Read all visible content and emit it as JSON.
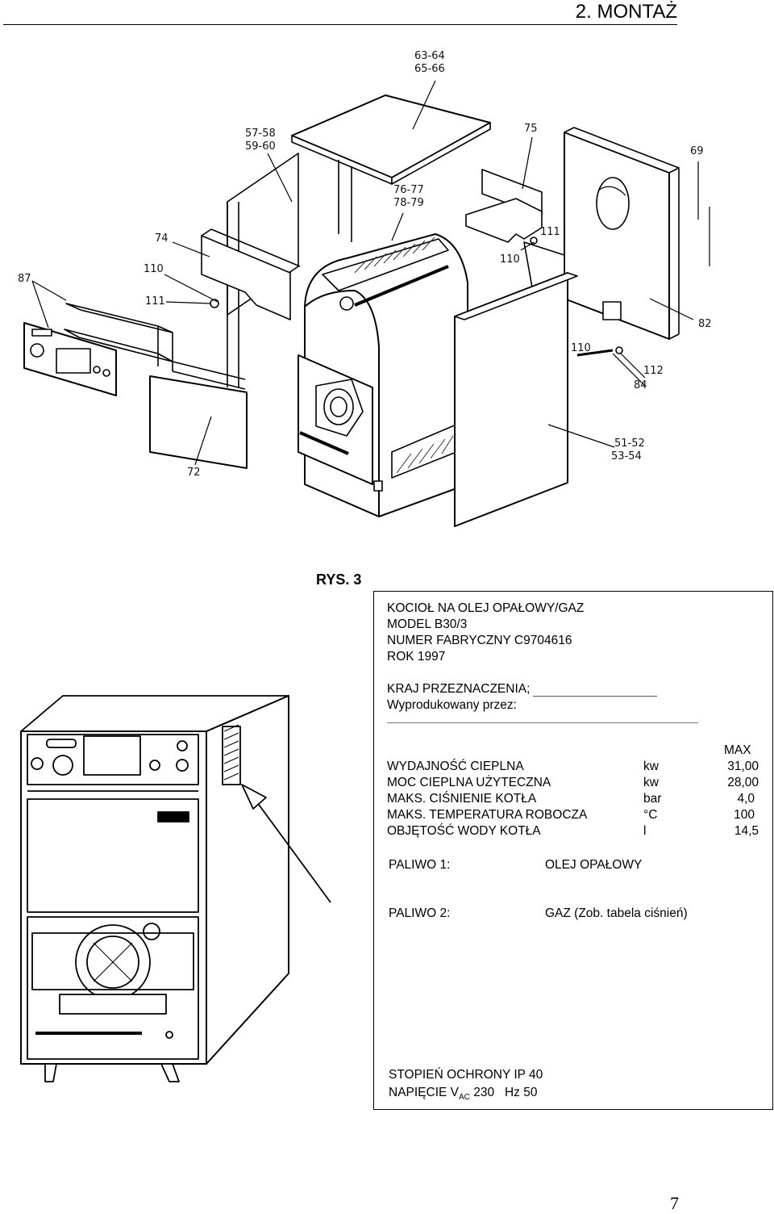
{
  "header": {
    "title": "2. MONTAŻ"
  },
  "exploded_view": {
    "part_labels": [
      "63-64",
      "65-66",
      "57-58",
      "59-60",
      "75",
      "69",
      "76-77",
      "78-79",
      "74",
      "87",
      "110",
      "111",
      "111",
      "110",
      "82",
      "110",
      "112",
      "84",
      "51-52",
      "53-54",
      "72"
    ]
  },
  "figure_label": "RYS. 3",
  "plate": {
    "lines": [
      "KOCIOŁ NA OLEJ OPAŁOWY/GAZ",
      "MODEL B30/3",
      "NUMER FABRYCZNY C9704616",
      "ROK 1997"
    ],
    "kraj": "KRAJ PRZEZNACZENIA;",
    "made_by": "Wyprodukowany przez:",
    "max_header": "MAX",
    "specs": [
      {
        "label": "WYDAJNOŚĆ CIEPLNA",
        "unit": "kw",
        "value": "31,00"
      },
      {
        "label": "MOC CIEPLNA UŻYTECZNA",
        "unit": "kw",
        "value": "28,00"
      },
      {
        "label": "MAKS. CIŚNIENIE KOTŁA",
        "unit": "bar",
        "value": "4,0"
      },
      {
        "label": "MAKS. TEMPERATURA ROBOCZA",
        "unit": "°C",
        "value": "100"
      },
      {
        "label": "OBJĘTOŚĆ WODY KOTŁA",
        "unit": "l",
        "value": "14,5"
      }
    ],
    "fuel1": {
      "label": "PALIWO 1:",
      "value": "OLEJ OPAŁOWY"
    },
    "fuel2": {
      "label": "PALIWO 2:",
      "value": "GAZ (Zob. tabela ciśnień)"
    },
    "protection": "STOPIEŃ OCHRONY IP 40",
    "voltage": {
      "prefix": "NAPIĘCIE V",
      "sub": "AC",
      "rest": " 230   Hz 50"
    }
  },
  "page_number": "7"
}
